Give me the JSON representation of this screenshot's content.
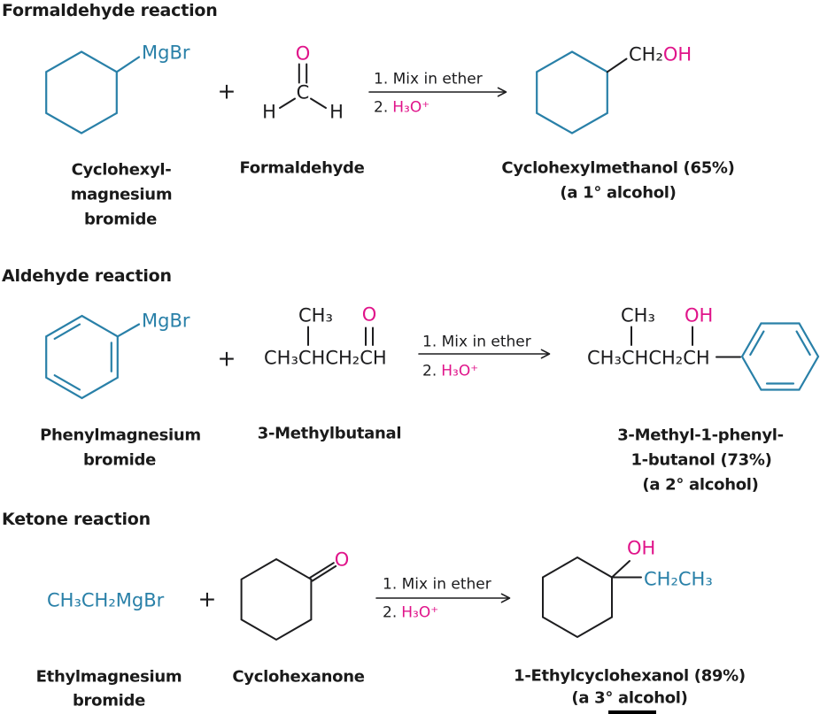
{
  "palette": {
    "structure_blue": "#2980a8",
    "highlight_pink": "#e0148a",
    "ink": "#1c1c1e"
  },
  "reactions": {
    "r1": {
      "heading": "Formaldehyde reaction",
      "grignard": {
        "attachment_label": "MgBr",
        "caption": [
          "Cyclohexyl-",
          "magnesium",
          "bromide"
        ]
      },
      "plus": "+",
      "carbonyl": {
        "o": "O",
        "c": "C",
        "h_left": "H",
        "h_right": "H",
        "caption": "Formaldehyde"
      },
      "conditions": {
        "step1": "1. Mix in ether",
        "step2_number": "2.",
        "step2_reagent": "H₃O⁺"
      },
      "product": {
        "ch2": "CH₂",
        "oh": "OH",
        "caption": [
          "Cyclohexylmethanol (65%)",
          "(a 1° alcohol)"
        ]
      }
    },
    "r2": {
      "heading": "Aldehyde reaction",
      "grignard": {
        "attachment_label": "MgBr",
        "caption": [
          "Phenylmagnesium",
          "bromide"
        ]
      },
      "plus": "+",
      "carbonyl": {
        "methyl_top": "CH₃",
        "chain": "CH₃CHCH₂CH",
        "o": "O",
        "caption": "3-Methylbutanal"
      },
      "conditions": {
        "step1": "1. Mix in ether",
        "step2_number": "2.",
        "step2_reagent": "H₃O⁺"
      },
      "product": {
        "methyl_top": "CH₃",
        "oh": "OH",
        "chain": "CH₃CHCH₂CH",
        "caption": [
          "3-Methyl-1-phenyl-",
          "1-butanol (73%)",
          "(a 2° alcohol)"
        ]
      }
    },
    "r3": {
      "heading": "Ketone reaction",
      "grignard": {
        "formula": "CH₃CH₂MgBr",
        "caption": [
          "Ethylmagnesium",
          "bromide"
        ]
      },
      "plus": "+",
      "carbonyl": {
        "o": "O",
        "caption": "Cyclohexanone"
      },
      "conditions": {
        "step1": "1. Mix in ether",
        "step2_number": "2.",
        "step2_reagent": "H₃O⁺"
      },
      "product": {
        "oh": "OH",
        "ethyl": "CH₂CH₃",
        "caption": [
          "1-Ethylcyclohexanol (89%)",
          "(a 3° alcohol)"
        ]
      }
    }
  }
}
